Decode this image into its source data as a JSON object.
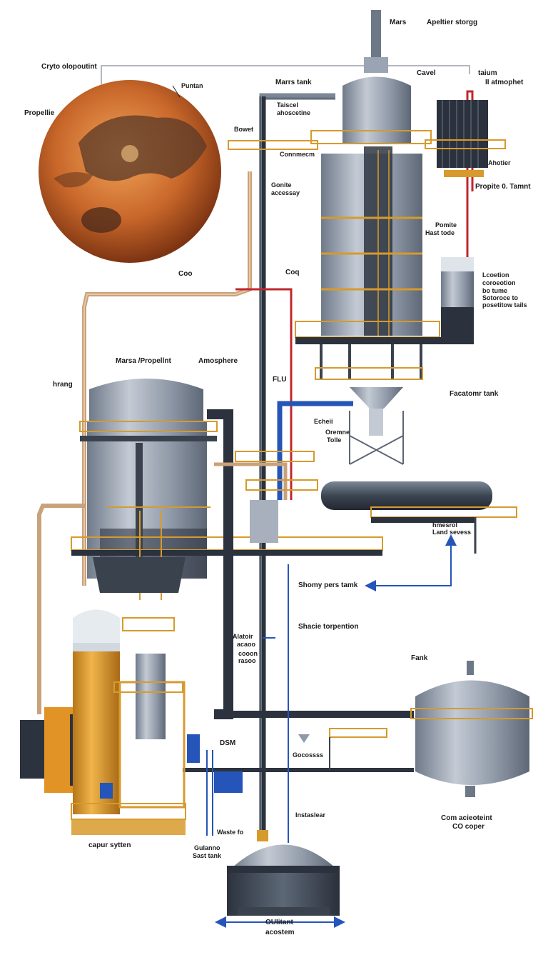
{
  "labels": {
    "cryo": "Cryto olopoutint",
    "propellie": "Propellie",
    "puntan": "Puntan",
    "mars_top": "Mars",
    "apelt": "Apeltier storgg",
    "mars_tank": "Marrs tank",
    "cavel": "Cavel",
    "taium": "taium",
    "atmos_top": "II atmophet",
    "taiscel": "Taiscel",
    "ahoscetine": "ahoscetine",
    "bowet": "Bowet",
    "connmecm": "Connmecm",
    "gonite": "Gonite",
    "accessy": "accessay",
    "ahotier": "Ahotier",
    "propite": "Propite 0. Tamnt",
    "pomite": "Pomite",
    "hast_tode": "Hast tode",
    "coo_left": "Coo",
    "coq": "Coq",
    "lcoetion_1": "Lcoetion",
    "lcoetion_2": "coroeotion",
    "lcoetion_3": "bo tume",
    "lcoetion_4": "Sotoroce to",
    "lcoetion_5": "posetitow tails",
    "marsa_prop": "Marsa /Propellnt",
    "amosphere": "Amosphere",
    "hang": "hrang",
    "flu": "FLU",
    "facatomr": "Facatomr tank",
    "echeli": "Echeii",
    "oremne": "Oremne",
    "tolle": "Tolle",
    "hmesrol": "hmesrol",
    "land_sevess": "Land sevess",
    "shomy": "Shomy pers tamk",
    "shacie": "Shacie torpention",
    "alatoir": "Alatoir",
    "acaoo": "acaoo",
    "cooon": "cooon",
    "rasoo": "rasoo",
    "fank": "Fank",
    "dsm": "DSM",
    "gocossss": "Gocossss",
    "com_acie_1": "Com acieoteint",
    "com_acie_2": "CO coper",
    "instasler": "Instaslear",
    "capur": "capur sytten",
    "waste": "Waste fo",
    "gulanno": "Gulanno",
    "sast_tank": "Sast tank",
    "ouiitant": "OUIitant",
    "acostem": "acostem"
  },
  "colors": {
    "mars": "#c86a2a",
    "steel": "#8e98a6",
    "steel_dark": "#3d4654",
    "orange": "#d79a2c",
    "red_line": "#c0272d",
    "blue_line": "#2555b8",
    "copper_pipe": "#c9a27a"
  },
  "icons": {
    "arrow": "arrow-icon",
    "valve": "valve-icon"
  }
}
